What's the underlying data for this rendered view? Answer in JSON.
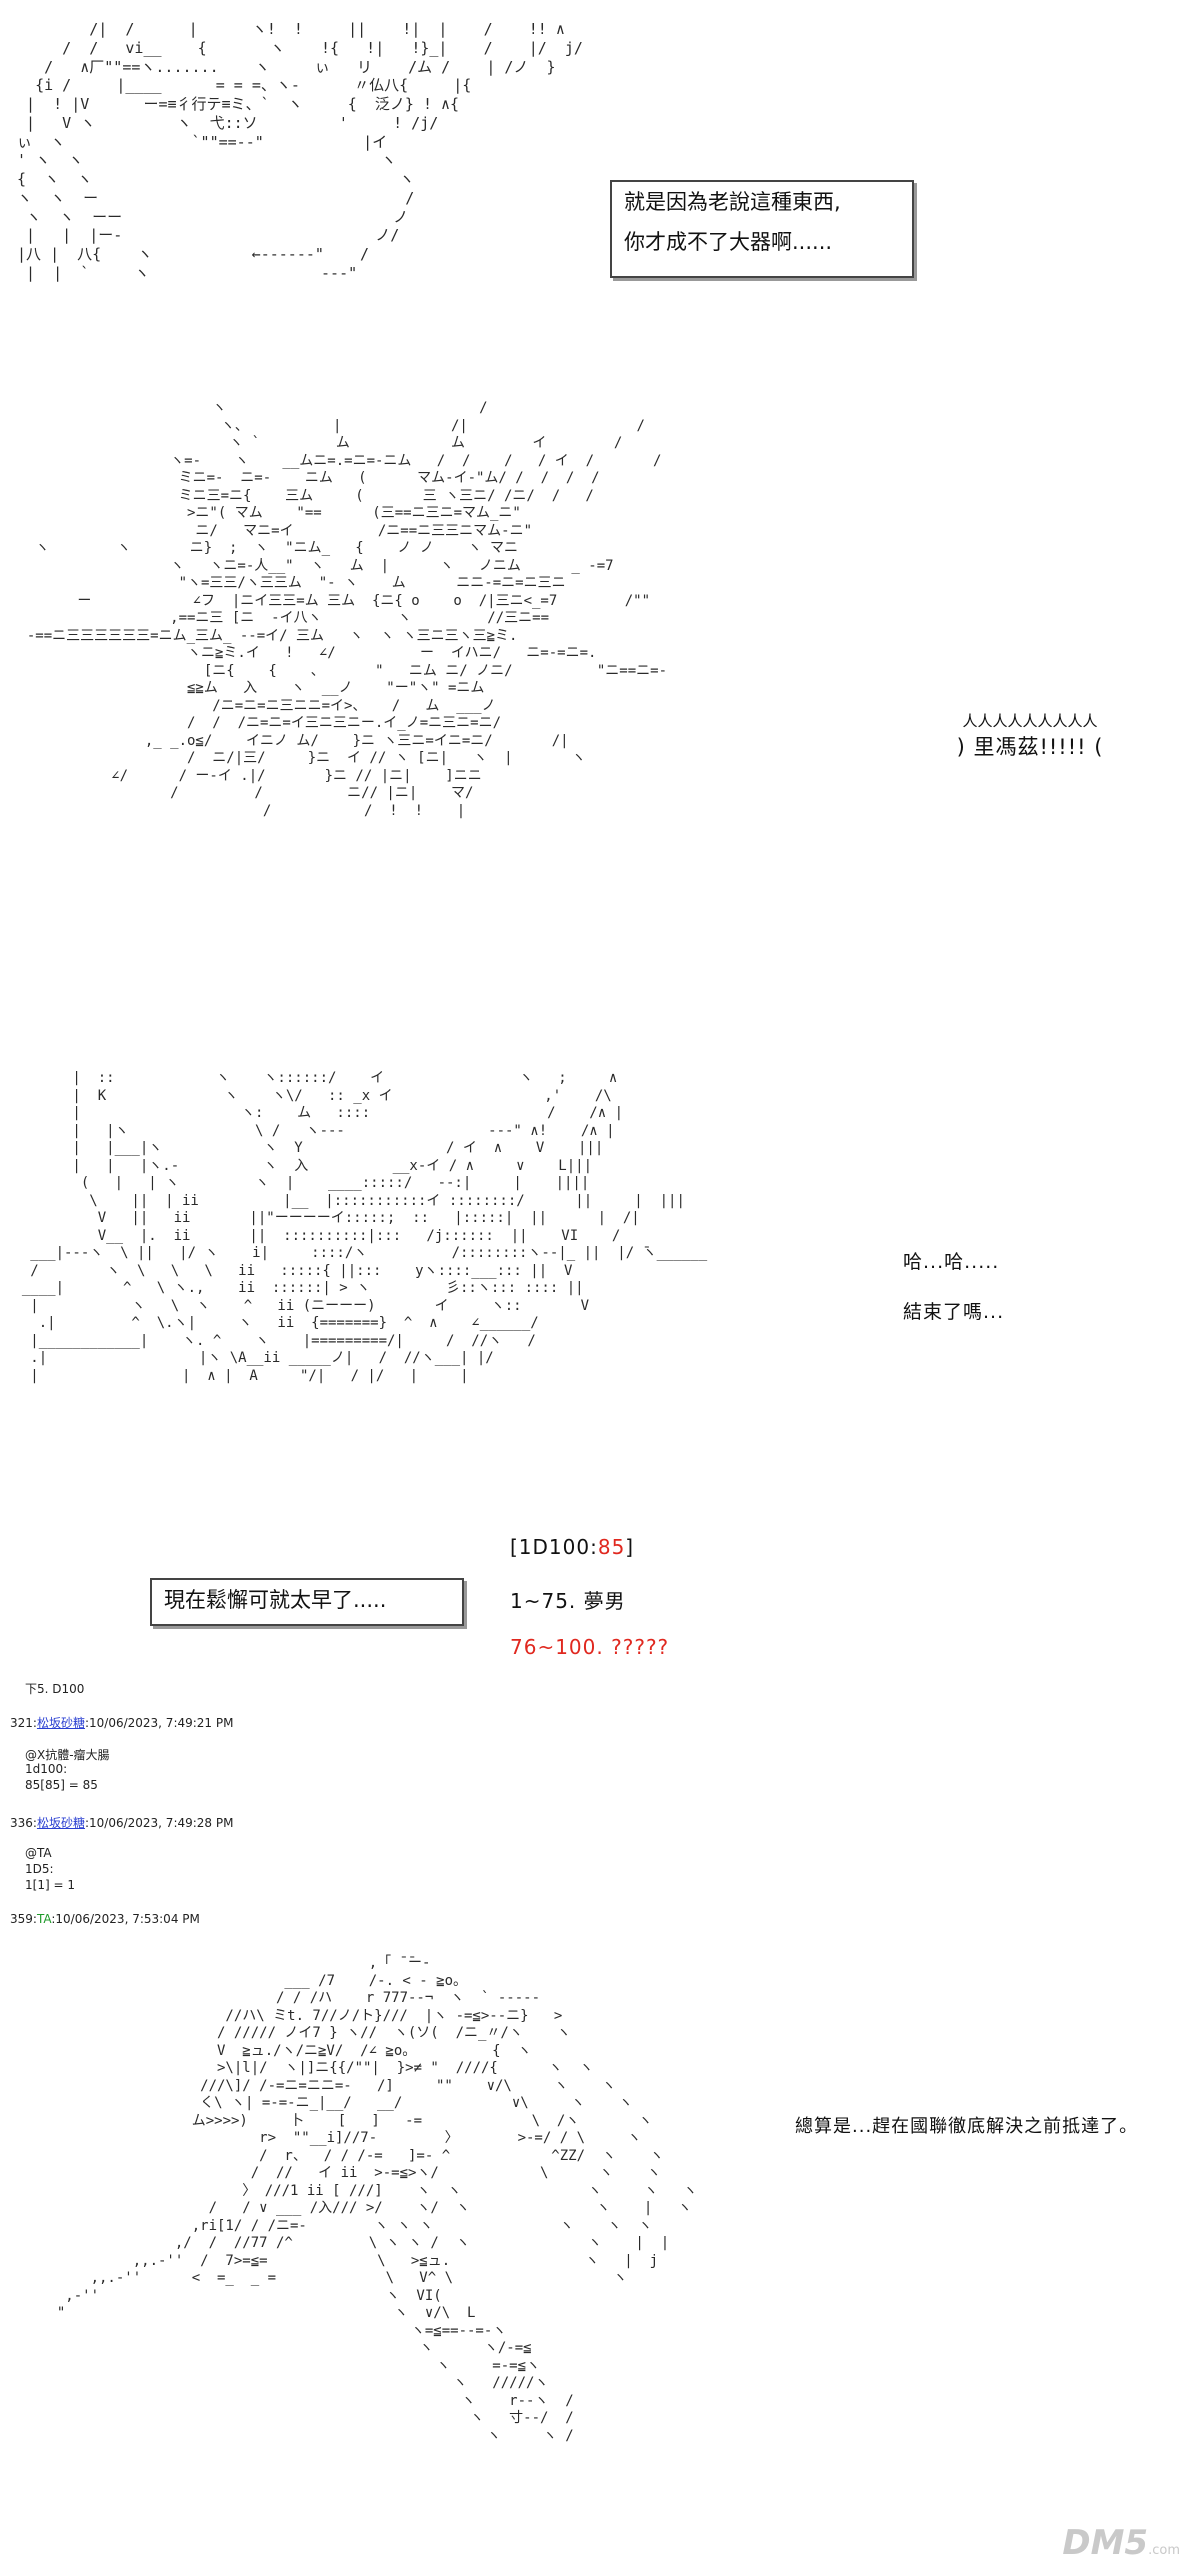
{
  "panel1": {
    "bubble_lines": [
      "就是因為老說這種東西,",
      "你才成不了大器啊......"
    ]
  },
  "panel2": {
    "shout": "里馮茲!!!!!"
  },
  "panel3": {
    "lines": [
      "哈...哈.....",
      "結束了嗎..."
    ]
  },
  "panel4": {
    "bubble": "現在鬆懈可就太早了.....",
    "dice_open": "[1D100:",
    "dice_value": "85",
    "dice_close": "]",
    "option1": "1~75. 夢男",
    "option2": "76~100. ?????"
  },
  "thread": {
    "header": "下5. D100",
    "post1_no": "321:",
    "post1_user": "松坂砂糖",
    "post1_time": ":10/06/2023, 7:49:21 PM",
    "post1_body1": "@X抗體-瘤大腸",
    "post1_body2": "1d100:",
    "post1_result": "85[85] = 85",
    "post2_no": "336:",
    "post2_user": "松坂砂糖",
    "post2_time": ":10/06/2023, 7:49:28 PM",
    "post2_body1": "@TA",
    "post2_body2": "1D5:",
    "post2_result": "1[1] = 1",
    "post3_no": "359:",
    "post3_user": "TA",
    "post3_time": ":10/06/2023, 7:53:04 PM"
  },
  "panel5": {
    "line": "總算是...趕在國聯徹底解決之前抵達了。"
  },
  "watermark": {
    "main": "DM5",
    "sub": ".com"
  },
  "colors": {
    "red": "#e0281f",
    "link_blue": "#2a3fd1",
    "ta_green": "#1f9a2a"
  }
}
